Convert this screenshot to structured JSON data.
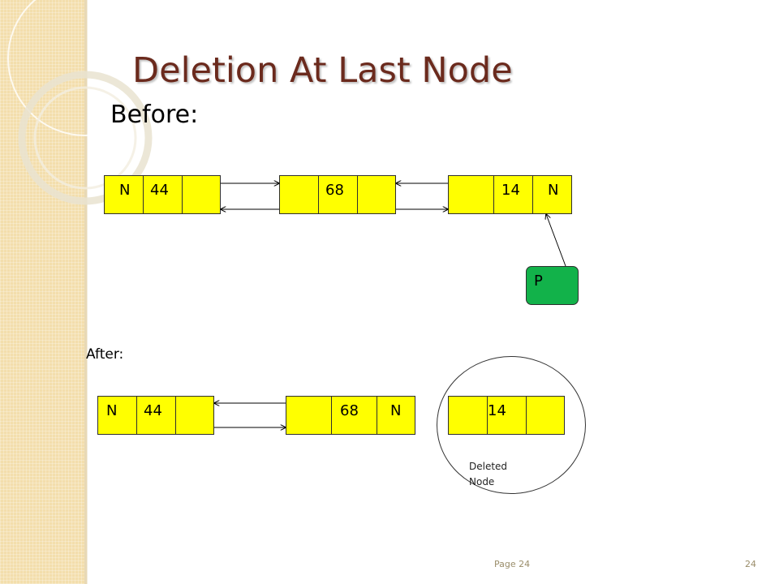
{
  "slide": {
    "title": "Deletion At Last Node",
    "before_label": "Before:",
    "after_label": "After:",
    "footer_page": "Page 24",
    "slide_number": "24"
  },
  "before": {
    "node1": {
      "prev": "N",
      "data": "44",
      "next": ""
    },
    "node2": {
      "prev": "",
      "data": "68",
      "next": ""
    },
    "node3": {
      "prev": "",
      "data": "14",
      "next": "N"
    },
    "pointer_label": "P"
  },
  "after": {
    "node1": {
      "prev": "N",
      "data": "44",
      "next": ""
    },
    "node2": {
      "prev": "",
      "data": "68",
      "next": "N"
    },
    "deleted_node": {
      "prev": "",
      "data": "14",
      "next": ""
    },
    "deleted_caption_line1": "Deleted",
    "deleted_caption_line2": "Node"
  },
  "colors": {
    "node_fill": "#ffff00",
    "pointer_fill": "#12b24a",
    "title": "#6b2a1d",
    "sidebar": "#f3deac"
  }
}
